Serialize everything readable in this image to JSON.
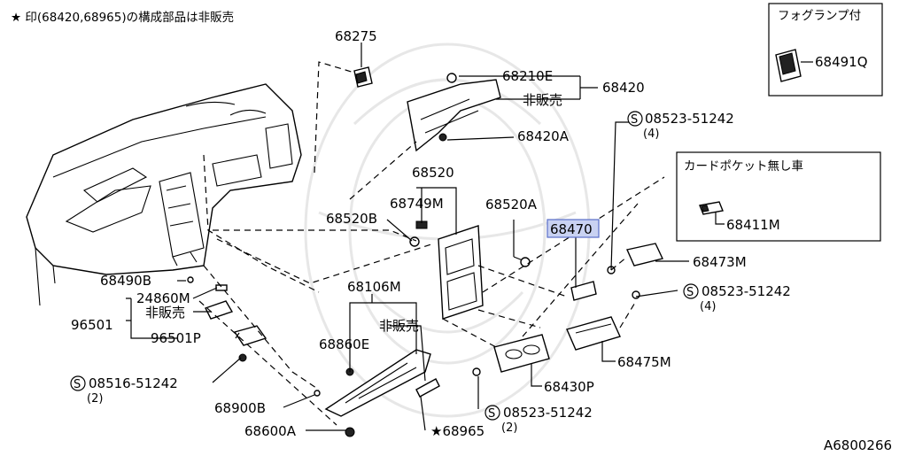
{
  "header_note": "★ 印(68420,68965)の構成部品は非販売",
  "diagram_code": "A6800266",
  "inset_fog": {
    "title": "フォグランプ付",
    "part": "68491Q"
  },
  "inset_card": {
    "title": "カードポケット無し車",
    "part": "68411M"
  },
  "labels": {
    "p68275": "68275",
    "p68210E": "68210E",
    "p68420": "68420",
    "not_sold_top": "非販売",
    "p68420A": "68420A",
    "screw_08523_top": "08523-51242",
    "qty_top": "(4)",
    "p68520": "68520",
    "p68749M": "68749M",
    "p68520A": "68520A",
    "p68520B": "68520B",
    "p68470": "68470",
    "p68473M": "68473M",
    "p68490B": "68490B",
    "p24860M": "24860M",
    "not_sold_left": "非販売",
    "p96501": "96501",
    "p96501P": "96501P",
    "p68106M": "68106M",
    "not_sold_mid": "非販売",
    "p68860E": "68860E",
    "screw_08523_right": "08523-51242",
    "qty_right": "(4)",
    "p68475M": "68475M",
    "p68430P": "68430P",
    "screw_08516": "08516-51242",
    "qty_08516": "(2)",
    "p68900B": "68900B",
    "screw_08523_bottom": "08523-51242",
    "qty_bottom": "(2)",
    "p68600A": "68600A",
    "p68965": "★68965"
  }
}
